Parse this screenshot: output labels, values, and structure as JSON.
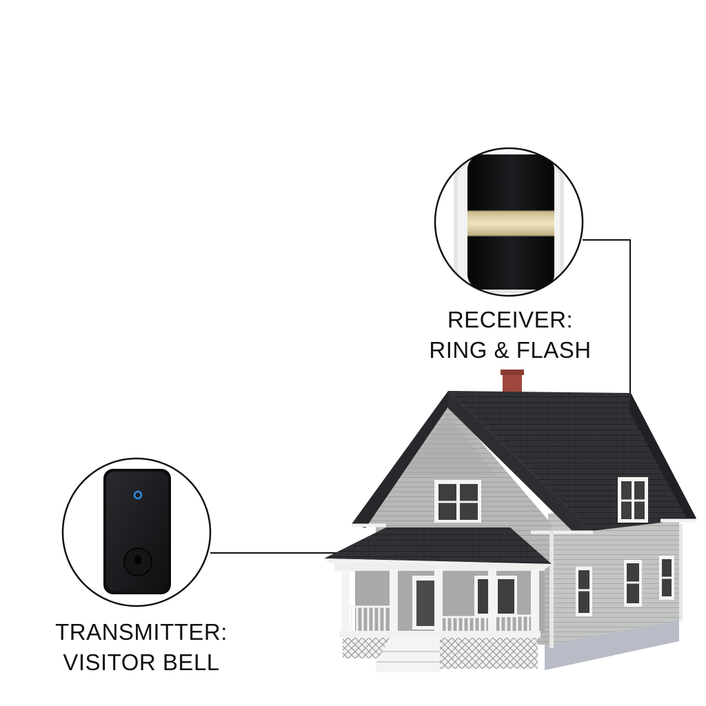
{
  "receiver_label": {
    "line1": "RECEIVER:",
    "line2": "RING & FLASH"
  },
  "transmitter_label": {
    "line1": "TRANSMITTER:",
    "line2": "VISITOR BELL"
  },
  "colors": {
    "background": "#ffffff",
    "roof": "#2e3033",
    "siding": "#b9bbb8",
    "trim": "#f4f4f2",
    "chimney": "#a0473d",
    "receiver_body": "#111214",
    "receiver_band": "#e8d9b0",
    "transmitter_body": "#1b1c1e",
    "led": "#2f8ee8"
  },
  "icons": [
    "receiver-device-icon",
    "transmitter-device-icon",
    "house-illustration"
  ]
}
